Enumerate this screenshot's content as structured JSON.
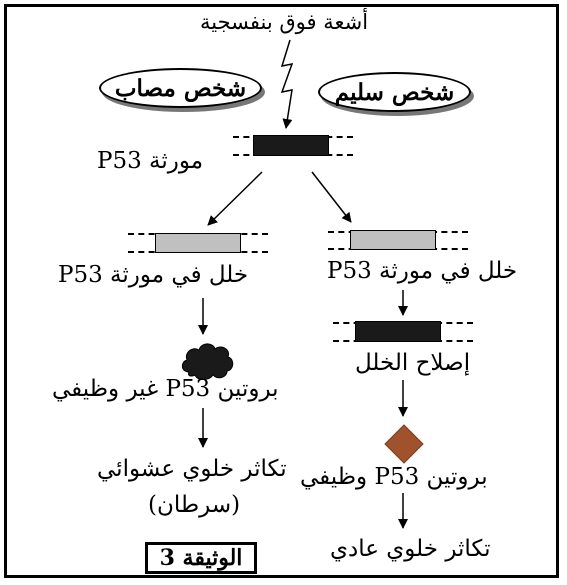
{
  "uv_label": "أشعة فوق  بنفسجية",
  "healthy_person": "شخص سليم",
  "affected_person": "شخص مصاب",
  "gene_label": "مورثة P53",
  "left": {
    "defect": "خلل في مورثة P53",
    "protein": "بروتين P53 غير وظيفي",
    "proliferation": "تكاثر خلوي عشوائي",
    "cancer": "(سرطان)"
  },
  "right": {
    "defect": "خلل في مورثة P53",
    "repair": "إصلاح الخلل",
    "protein": "بروتين P53 وظيفي",
    "proliferation": "تكاثر خلوي عادي"
  },
  "doc_label": "الوثيقة 3",
  "colors": {
    "normal_gene": "#1a1a1a",
    "damaged_gene": "#c0c0c0",
    "nonfunctional_protein": "#1a1a1a",
    "functional_protein": "#a0522d"
  }
}
